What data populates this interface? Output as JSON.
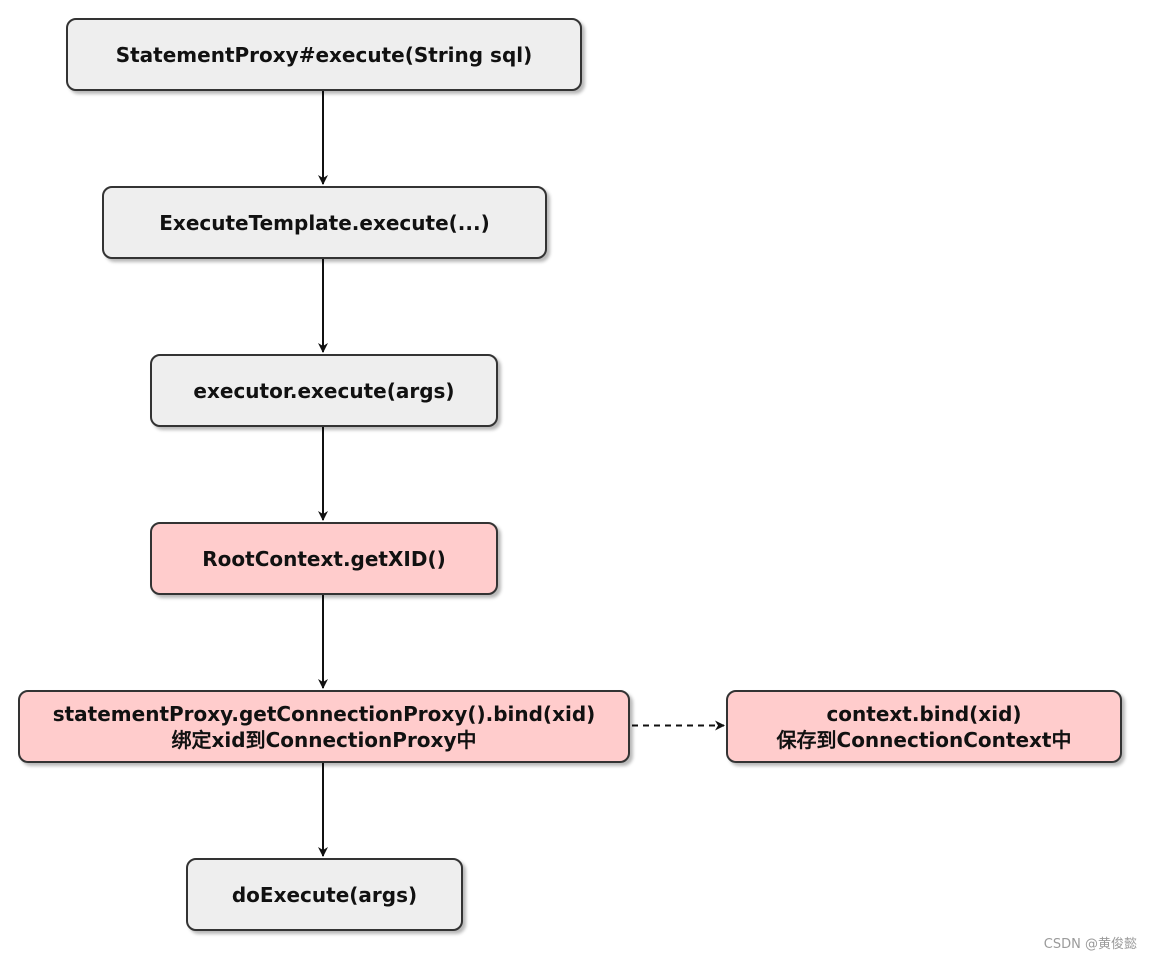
{
  "diagram": {
    "nodes": [
      {
        "id": "stmt",
        "lines": [
          "StatementProxy#execute(String sql)"
        ]
      },
      {
        "id": "tmpl",
        "lines": [
          "ExecuteTemplate.execute(...)"
        ]
      },
      {
        "id": "exec",
        "lines": [
          "executor.execute(args)"
        ]
      },
      {
        "id": "root",
        "lines": [
          "RootContext.getXID()"
        ]
      },
      {
        "id": "bind",
        "lines": [
          "statementProxy.getConnectionProxy().bind(xid)",
          "绑定xid到ConnectionProxy中"
        ]
      },
      {
        "id": "ctx",
        "lines": [
          "context.bind(xid)",
          "保存到ConnectionContext中"
        ]
      },
      {
        "id": "doexec",
        "lines": [
          "doExecute(args)"
        ]
      }
    ],
    "edges": [
      {
        "from": "stmt",
        "to": "tmpl",
        "style": "solid"
      },
      {
        "from": "tmpl",
        "to": "exec",
        "style": "solid"
      },
      {
        "from": "exec",
        "to": "root",
        "style": "solid"
      },
      {
        "from": "root",
        "to": "bind",
        "style": "solid"
      },
      {
        "from": "bind",
        "to": "doexec",
        "style": "solid"
      },
      {
        "from": "bind",
        "to": "ctx",
        "style": "dashed"
      }
    ]
  },
  "colors": {
    "default_fill": "#eeeeee",
    "highlight_fill": "#ffcccc",
    "stroke": "#333333"
  },
  "watermark": "CSDN @黄俊懿"
}
